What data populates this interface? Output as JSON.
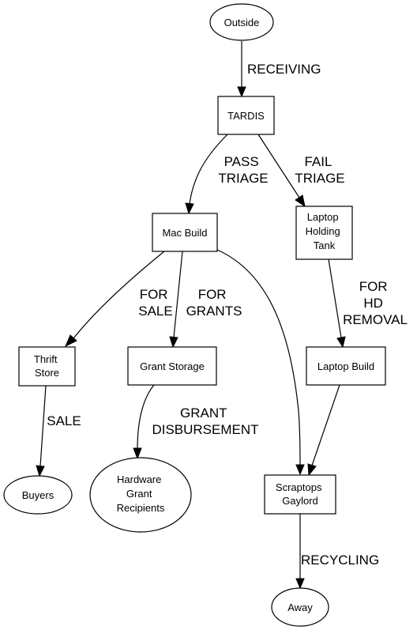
{
  "nodes": {
    "outside": "Outside",
    "tardis": "TARDIS",
    "mac_build": "Mac Build",
    "laptop_holding_tank": [
      "Laptop",
      "Holding",
      "Tank"
    ],
    "thrift_store": [
      "Thrift",
      "Store"
    ],
    "grant_storage": "Grant Storage",
    "laptop_build": "Laptop Build",
    "buyers": "Buyers",
    "hardware_grant_recipients": [
      "Hardware",
      "Grant",
      "Recipients"
    ],
    "scraptops_gaylord": [
      "Scraptops",
      "Gaylord"
    ],
    "away": "Away"
  },
  "edges": {
    "receiving": [
      "RECEIVING"
    ],
    "pass_triage": [
      "PASS",
      "TRIAGE"
    ],
    "fail_triage": [
      "FAIL",
      "TRIAGE"
    ],
    "for_sale": [
      "FOR",
      "SALE"
    ],
    "for_grants": [
      "FOR",
      "GRANTS"
    ],
    "for_hd_removal": [
      "FOR",
      "HD",
      "REMOVAL"
    ],
    "sale": [
      "SALE"
    ],
    "grant_disbursement": [
      "GRANT",
      "DISBURSEMENT"
    ],
    "recycling": [
      "RECYCLING"
    ]
  }
}
